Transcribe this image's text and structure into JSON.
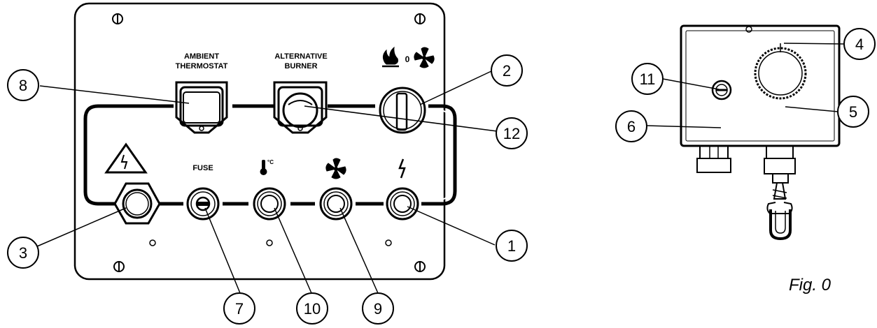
{
  "panel": {
    "label_ambient_line1": "AMBIENT",
    "label_ambient_line2": "THERMOSTAT",
    "label_alt_line1": "ALTERNATIVE",
    "label_alt_line2": "BURNER",
    "label_selector_zero": "0",
    "label_fuse": "FUSE",
    "label_temp_unit": "°C"
  },
  "callouts": {
    "c1": "1",
    "c2": "2",
    "c3": "3",
    "c4": "4",
    "c5": "5",
    "c6": "6",
    "c7": "7",
    "c8": "8",
    "c9": "9",
    "c10": "10",
    "c11": "11",
    "c12": "12"
  },
  "figure": {
    "caption": "Fig. 0"
  },
  "icons": [
    "screw-icon",
    "flame-icon",
    "fan-icon",
    "hazard-voltage-icon",
    "thermometer-icon",
    "lightning-icon",
    "fuse-icon",
    "knob-icon"
  ]
}
